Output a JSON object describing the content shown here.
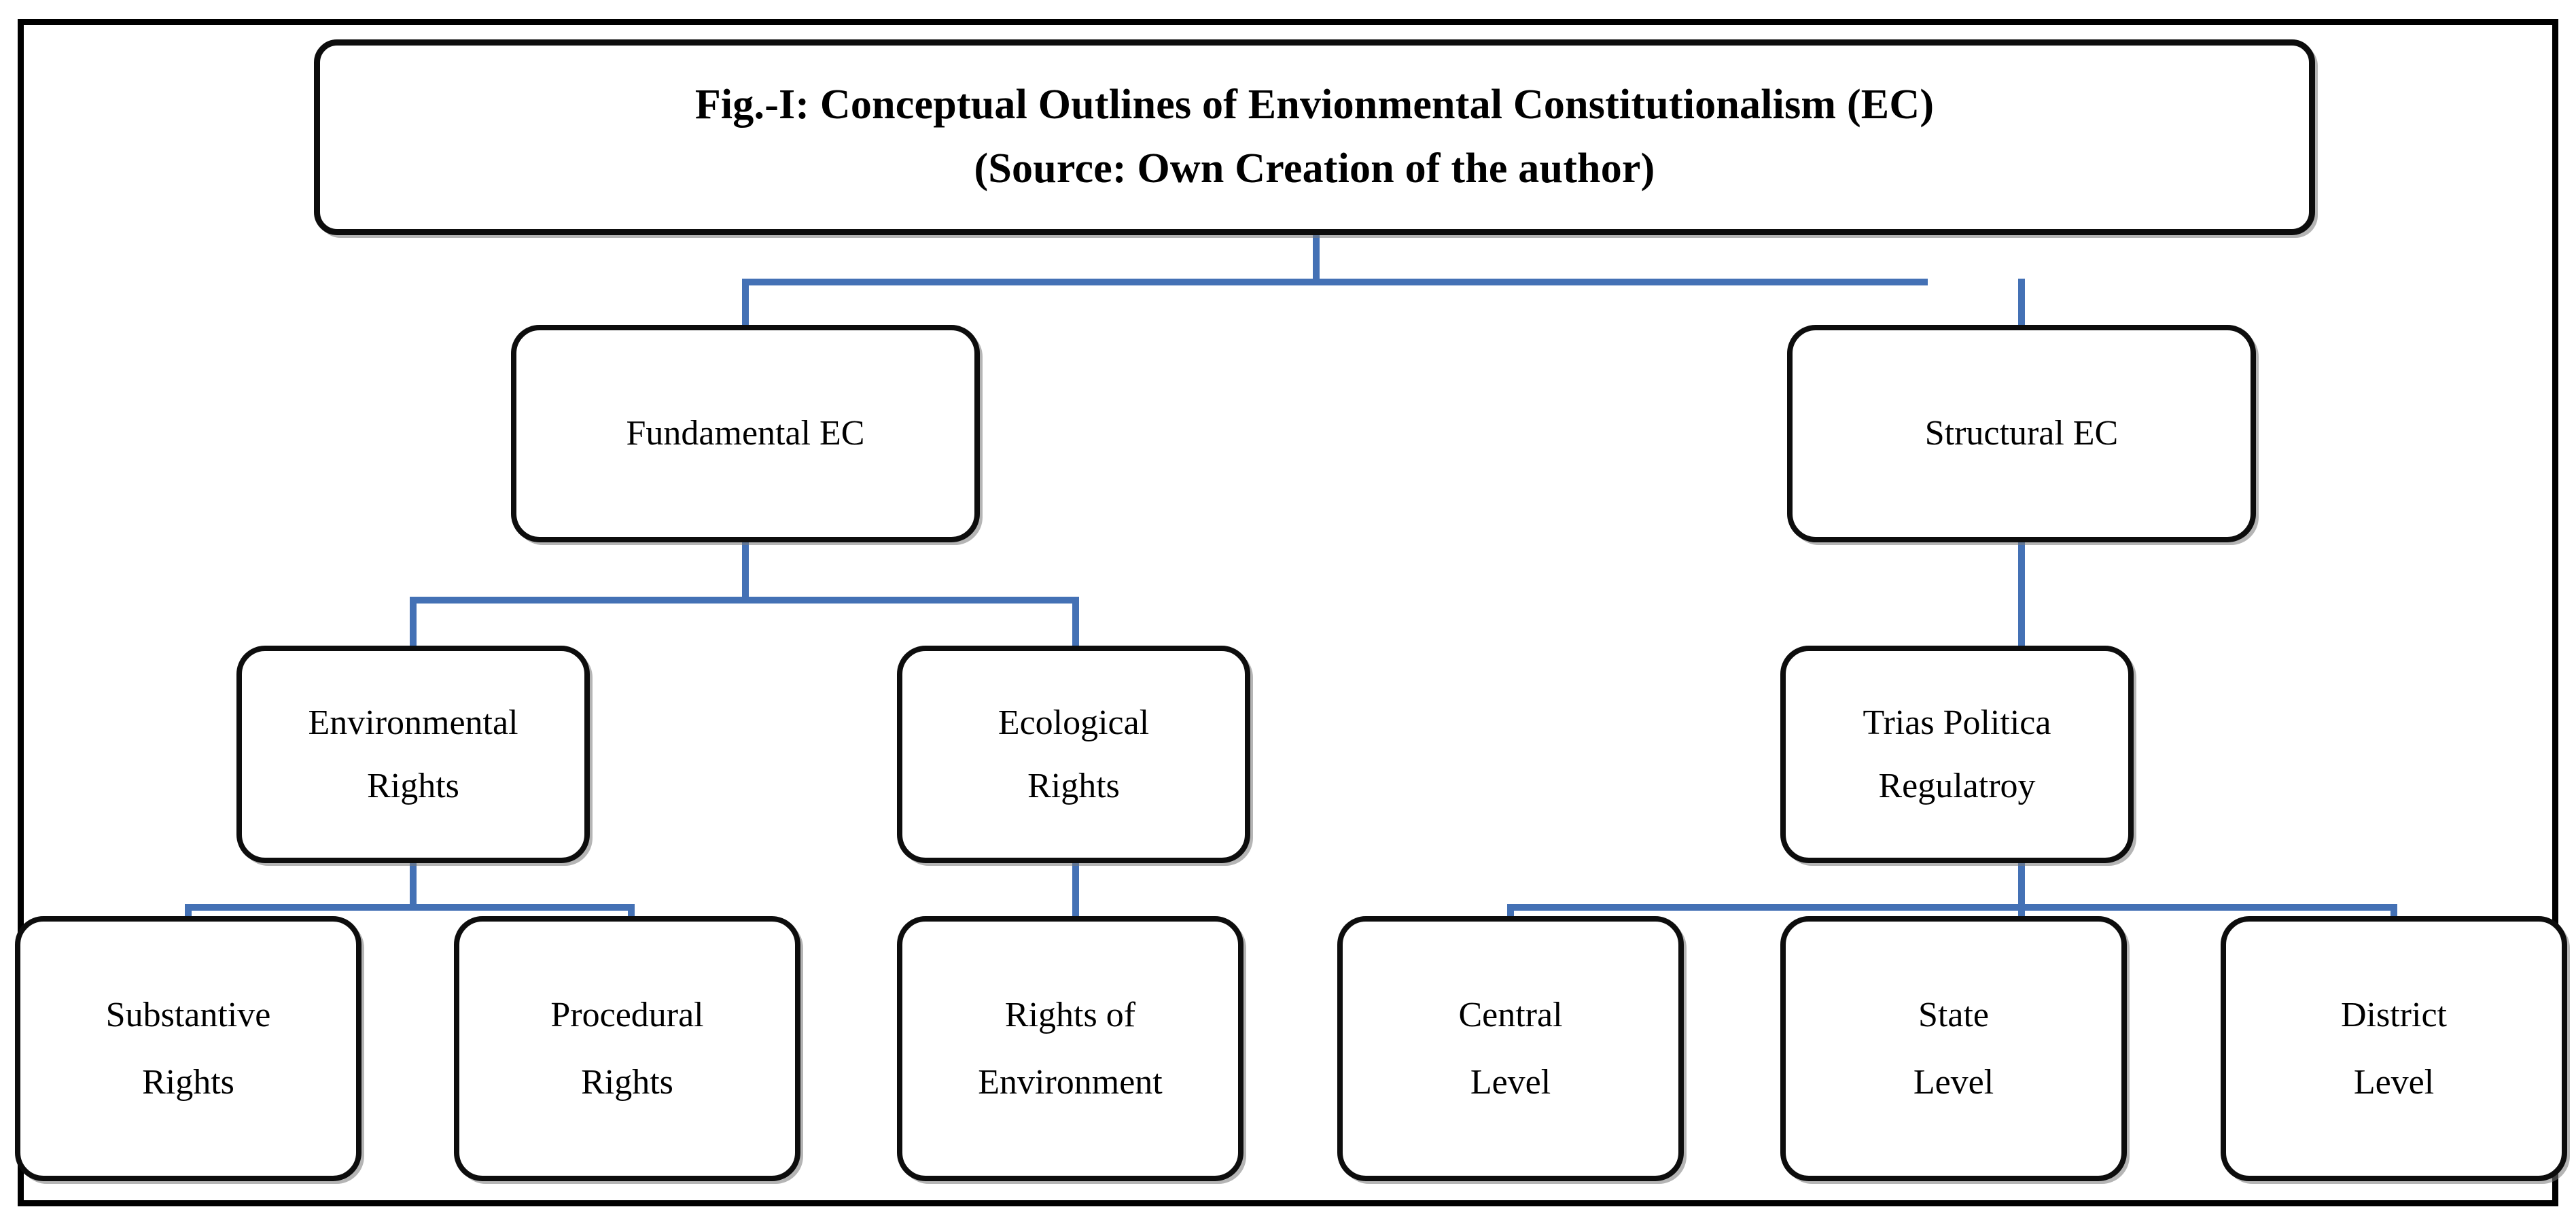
{
  "figure": {
    "title_line1": "Fig.-I: Conceptual Outlines of Envionmental Constitutionalism (EC)",
    "title_line2": "(Source: Own Creation of the author)"
  },
  "colors": {
    "connector_blue": "#4471b5",
    "node_border": "#0d0d0d",
    "frame_border": "#000000",
    "background": "#ffffff"
  },
  "nodes": {
    "fundamental_ec": {
      "line1": "Fundamental EC"
    },
    "structural_ec": {
      "line1": "Structural EC"
    },
    "environmental_rights": {
      "line1": "Environmental",
      "line2": "Rights"
    },
    "ecological_rights": {
      "line1": "Ecological",
      "line2": "Rights"
    },
    "trias_politica": {
      "line1": "Trias Politica",
      "line2": "Regulatroy"
    },
    "substantive_rights": {
      "line1": "Substantive",
      "line2": "Rights"
    },
    "procedural_rights": {
      "line1": "Procedural",
      "line2": "Rights"
    },
    "rights_of_environment": {
      "line1": "Rights of",
      "line2": "Environment"
    },
    "central_level": {
      "line1": "Central",
      "line2": "Level"
    },
    "state_level": {
      "line1": "State",
      "line2": "Level"
    },
    "district_level": {
      "line1": "District",
      "line2": "Level"
    }
  },
  "chart_data": {
    "type": "diagram",
    "diagram_type": "hierarchical-tree",
    "title": "Fig.-I: Conceptual Outlines of Envionmental Constitutionalism (EC)",
    "subtitle": "(Source: Own Creation of the author)",
    "levels": [
      {
        "level": 0,
        "nodes": [
          "Fig.-I: Conceptual Outlines of Envionmental Constitutionalism (EC) / (Source: Own Creation of the author)"
        ]
      },
      {
        "level": 1,
        "nodes": [
          "Fundamental EC",
          "Structural EC"
        ]
      },
      {
        "level": 2,
        "nodes": [
          "Environmental Rights",
          "Ecological Rights",
          "Trias Politica Regulatroy"
        ]
      },
      {
        "level": 3,
        "nodes": [
          "Substantive Rights",
          "Procedural Rights",
          "Rights of Environment",
          "Central Level",
          "State Level",
          "District Level"
        ]
      }
    ],
    "edges": [
      {
        "from": "Fig.-I Title",
        "to": "Fundamental EC"
      },
      {
        "from": "Fig.-I Title",
        "to": "Structural EC"
      },
      {
        "from": "Fundamental EC",
        "to": "Environmental Rights"
      },
      {
        "from": "Fundamental EC",
        "to": "Ecological Rights"
      },
      {
        "from": "Structural EC",
        "to": "Trias Politica Regulatroy"
      },
      {
        "from": "Environmental Rights",
        "to": "Substantive Rights"
      },
      {
        "from": "Environmental Rights",
        "to": "Procedural Rights"
      },
      {
        "from": "Ecological Rights",
        "to": "Rights of Environment"
      },
      {
        "from": "Trias Politica Regulatroy",
        "to": "Central Level"
      },
      {
        "from": "Trias Politica Regulatroy",
        "to": "State Level"
      },
      {
        "from": "Trias Politica Regulatroy",
        "to": "District Level"
      }
    ],
    "edge_style": "orthogonal-elbow",
    "edge_color": "#4471b5",
    "node_shape": "rounded-rectangle"
  }
}
